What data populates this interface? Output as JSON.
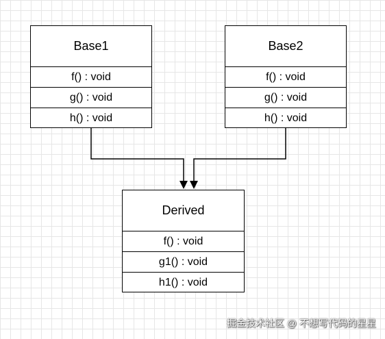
{
  "diagram": {
    "classes": [
      {
        "id": "base1",
        "name": "Base1",
        "methods": [
          "f() : void",
          "g() : void",
          "h() : void"
        ]
      },
      {
        "id": "base2",
        "name": "Base2",
        "methods": [
          "f() : void",
          "g() : void",
          "h() : void"
        ]
      },
      {
        "id": "derived",
        "name": "Derived",
        "methods": [
          "f() : void",
          "g1() : void",
          "h1() : void"
        ]
      }
    ],
    "relationships": [
      {
        "from": "Base1",
        "to": "Derived",
        "style": "arrow"
      },
      {
        "from": "Base2",
        "to": "Derived",
        "style": "arrow"
      }
    ],
    "background": "grid",
    "colors": {
      "stroke": "#000000",
      "fill": "#ffffff",
      "grid": "#e6e6e6"
    }
  },
  "watermark": "掘金技术社区 @ 不想写代码的星星"
}
